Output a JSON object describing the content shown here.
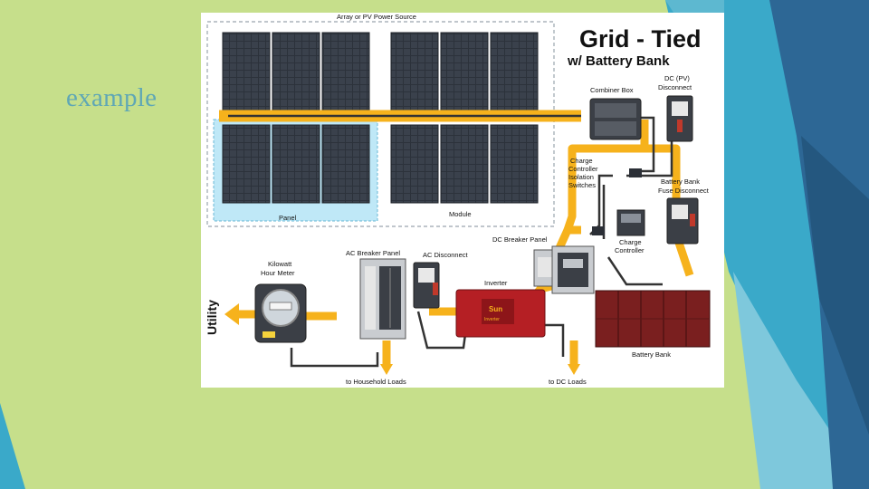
{
  "slide": {
    "title": "example",
    "colors": {
      "background": "#c6df8b",
      "teal": "#3aa9c9",
      "navy": "#2d6795",
      "title": "#5fa7b5"
    }
  },
  "diagram": {
    "heading_line1": "Grid - Tied",
    "heading_line2": "w/ Battery Bank",
    "labels": {
      "array": "Array or PV Power Source",
      "panel": "Panel",
      "module": "Module",
      "combiner_box": "Combiner Box",
      "dc_disconnect_1": "DC (PV)",
      "dc_disconnect_2": "Disconnect",
      "charge_iso_1": "Charge",
      "charge_iso_2": "Controller",
      "charge_iso_3": "Isolation",
      "charge_iso_4": "Switches",
      "battery_fuse_1": "Battery Bank",
      "battery_fuse_2": "Fuse Disconnect",
      "dc_breaker_panel": "DC Breaker Panel",
      "charge_controller_1": "Charge",
      "charge_controller_2": "Controller",
      "kilowatt_1": "Kilowatt",
      "kilowatt_2": "Hour Meter",
      "ac_breaker_panel": "AC Breaker Panel",
      "ac_disconnect": "AC Disconnect",
      "inverter": "Inverter",
      "inverter_brand_1": "Sun",
      "inverter_brand_2": "Inverter",
      "utility": "Utility",
      "battery_bank": "Battery Bank",
      "household_loads": "to Household Loads",
      "dc_loads": "to DC Loads"
    },
    "colors": {
      "wire_yellow": "#f6b21c",
      "panel_fill": "#2f3540",
      "highlight_blue": "#bfe8f7",
      "inverter_red": "#b51f24",
      "battery": "#7a1f1f"
    }
  }
}
